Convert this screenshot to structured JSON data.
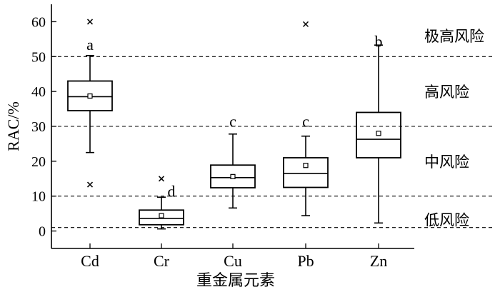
{
  "chart_data": {
    "type": "box",
    "xlabel": "重金属元素",
    "ylabel": "RAC/%",
    "ylim": [
      -5,
      65
    ],
    "yticks": [
      0,
      10,
      20,
      30,
      40,
      50,
      60
    ],
    "categories": [
      "Cd",
      "Cr",
      "Cu",
      "Pb",
      "Zn"
    ],
    "boxes": [
      {
        "name": "Cd",
        "whisker_low": 22.5,
        "q1": 34.5,
        "median": 38.5,
        "q3": 43.0,
        "whisker_high": 50.3,
        "mean": 38.7,
        "outliers": [
          60.0,
          13.3
        ],
        "letter": "a",
        "letter_y": 53.5
      },
      {
        "name": "Cr",
        "whisker_low": 0.6,
        "q1": 1.8,
        "median": 3.6,
        "q3": 6.0,
        "whisker_high": 9.7,
        "mean": 4.4,
        "outliers": [
          15.0
        ],
        "letter": "d",
        "letter_y": 11.5
      },
      {
        "name": "Cu",
        "whisker_low": 6.6,
        "q1": 12.4,
        "median": 15.3,
        "q3": 18.9,
        "whisker_high": 27.8,
        "mean": 15.6,
        "outliers": [],
        "letter": "c",
        "letter_y": 31.5
      },
      {
        "name": "Pb",
        "whisker_low": 4.4,
        "q1": 12.5,
        "median": 16.5,
        "q3": 21.0,
        "whisker_high": 27.2,
        "mean": 18.8,
        "outliers": [
          59.3
        ],
        "letter": "c",
        "letter_y": 31.5
      },
      {
        "name": "Zn",
        "whisker_low": 2.3,
        "q1": 21.0,
        "median": 26.3,
        "q3": 34.0,
        "whisker_high": 53.3,
        "mean": 28.0,
        "outliers": [],
        "letter": "b",
        "letter_y": 54.5
      }
    ],
    "risk_thresholds": [
      1,
      10,
      30,
      50
    ],
    "risk_labels": [
      {
        "label": "极高风险",
        "y": 56
      },
      {
        "label": "高风险",
        "y": 40
      },
      {
        "label": "中风险",
        "y": 20
      },
      {
        "label": "低风险",
        "y": 3.3
      }
    ],
    "grid": false
  }
}
